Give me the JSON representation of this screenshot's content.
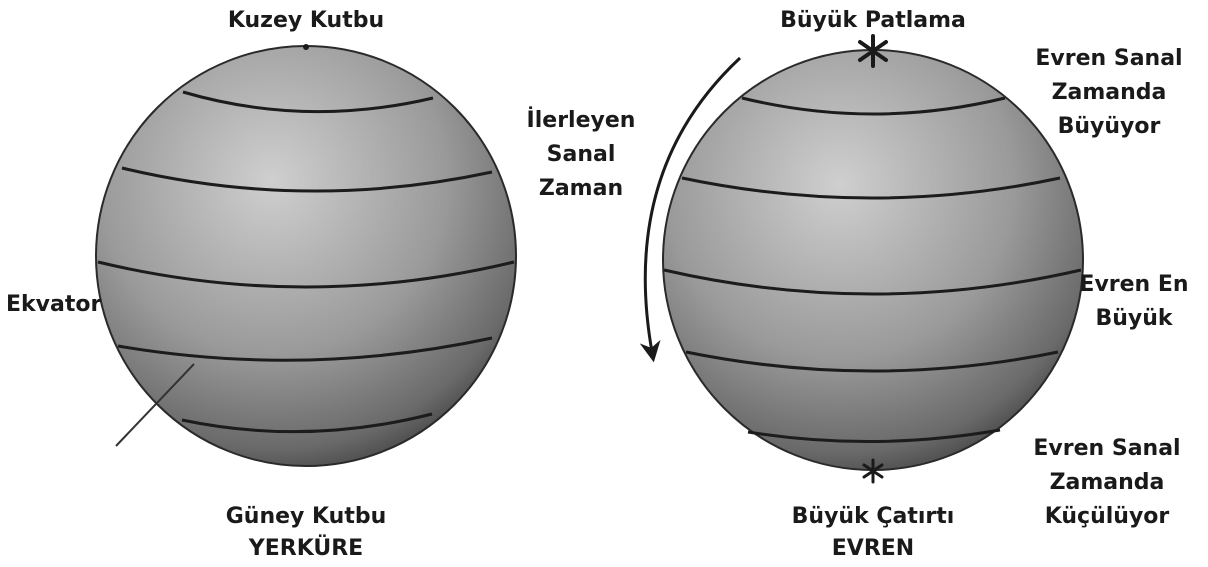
{
  "earth": {
    "north_pole": "Kuzey Kutbu",
    "equator": "Ekvator",
    "south_pole": "Güney Kutbu",
    "caption": "YERKÜRE"
  },
  "universe": {
    "big_bang": "Büyük Patlama",
    "imaginary_time": [
      "İlerleyen",
      "Sanal",
      "Zaman"
    ],
    "expanding": [
      "Evren Sanal",
      "Zamanda",
      "Büyüyor"
    ],
    "largest": [
      "Evren En",
      "Büyük"
    ],
    "contracting": [
      "Evren Sanal",
      "Zamanda",
      "Küçülüyor"
    ],
    "big_crunch": "Büyük Çatırtı",
    "caption": "EVREN"
  },
  "colors": {
    "sphere_light": "#c9c9c9",
    "sphere_mid": "#8e8e8e",
    "sphere_dark": "#3a3a3a",
    "ink": "#1a1a1a"
  }
}
